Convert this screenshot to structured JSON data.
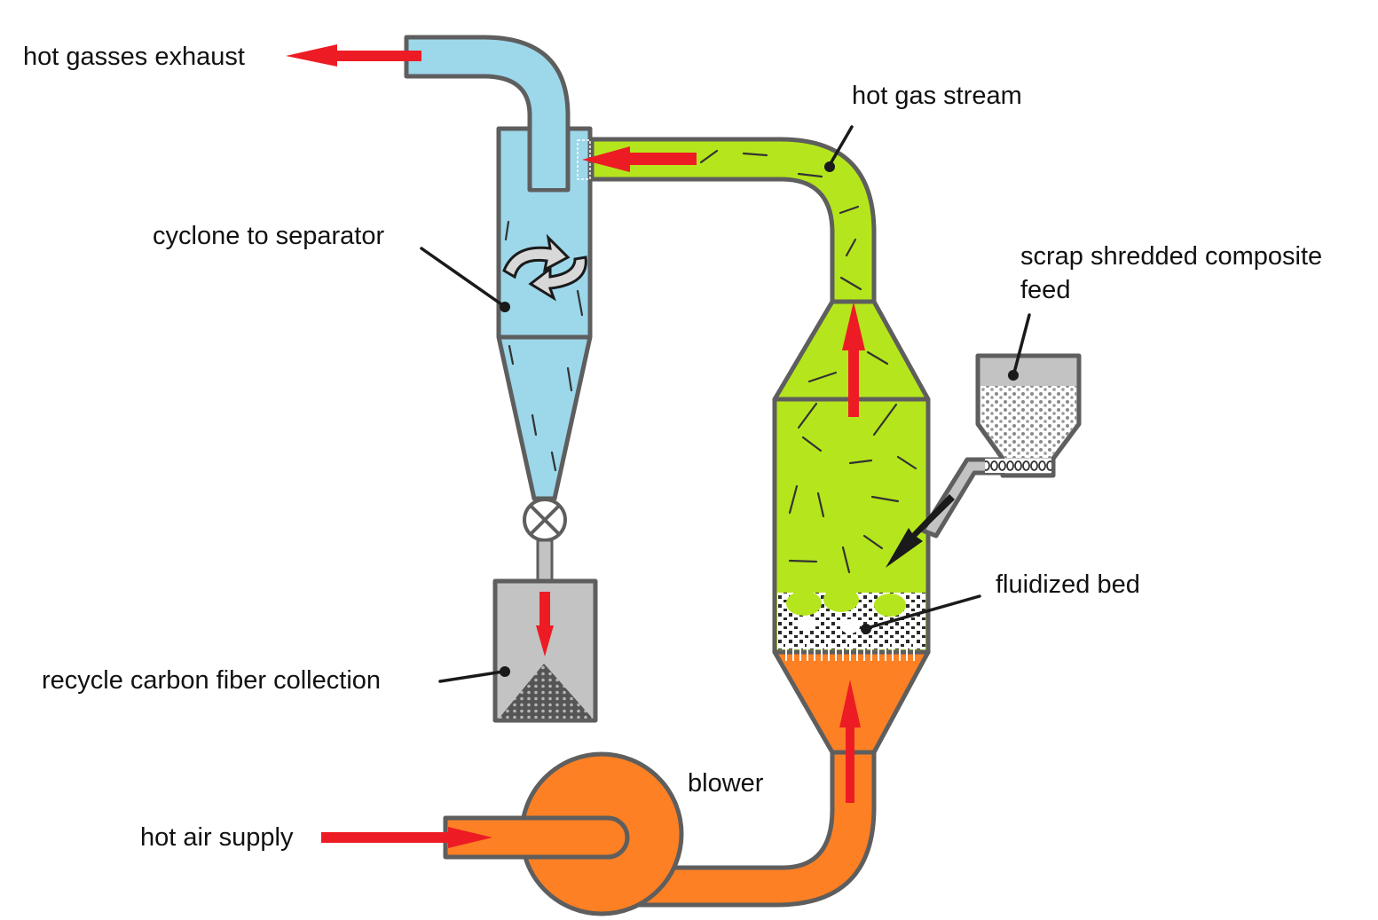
{
  "diagram": {
    "title": "Fluidized bed carbon fiber recycling process",
    "labels": {
      "hot_gasses_exhaust": "hot gasses exhaust",
      "hot_gas_stream": "hot gas stream",
      "cyclone_to_separator": "cyclone to separator",
      "scrap_feed_line1": "scrap shredded composite",
      "scrap_feed_line2": "feed",
      "fluidized_bed": "fluidized bed",
      "recycle_collection": "recycle carbon fiber collection",
      "blower": "blower",
      "hot_air_supply": "hot air supply"
    },
    "components": [
      {
        "id": "cyclone",
        "name": "cyclone separator",
        "fill": "#9dd7ea"
      },
      {
        "id": "gas-duct",
        "name": "hot gas duct",
        "fill": "#b5e61d"
      },
      {
        "id": "reactor",
        "name": "fluidized bed reactor",
        "fill": "#b5e61d"
      },
      {
        "id": "hopper",
        "name": "feed hopper",
        "fill": "#c3c3c3"
      },
      {
        "id": "collector",
        "name": "fiber collection bin",
        "fill": "#c3c3c3"
      },
      {
        "id": "blower",
        "name": "blower",
        "fill": "#fd8024"
      },
      {
        "id": "air-plenum",
        "name": "hot air plenum",
        "fill": "#fd8024"
      }
    ],
    "colors": {
      "flow_arrow": "#ed1c24",
      "exhaust_fluid": "#9dd7ea",
      "hot_gas": "#b5e61d",
      "hot_air": "#fd8024",
      "equipment_outline": "#5e5e5e",
      "bin_fill": "#c3c3c3"
    },
    "flows": [
      {
        "from": "hot air supply",
        "to": "blower"
      },
      {
        "from": "blower",
        "to": "fluidized bed reactor"
      },
      {
        "from": "fluidized bed reactor",
        "to": "hot gas duct"
      },
      {
        "from": "hot gas duct",
        "to": "cyclone separator"
      },
      {
        "from": "cyclone separator",
        "to": "hot gasses exhaust"
      },
      {
        "from": "cyclone separator",
        "to": "recycle carbon fiber collection"
      },
      {
        "from": "feed hopper",
        "to": "fluidized bed reactor"
      }
    ]
  }
}
